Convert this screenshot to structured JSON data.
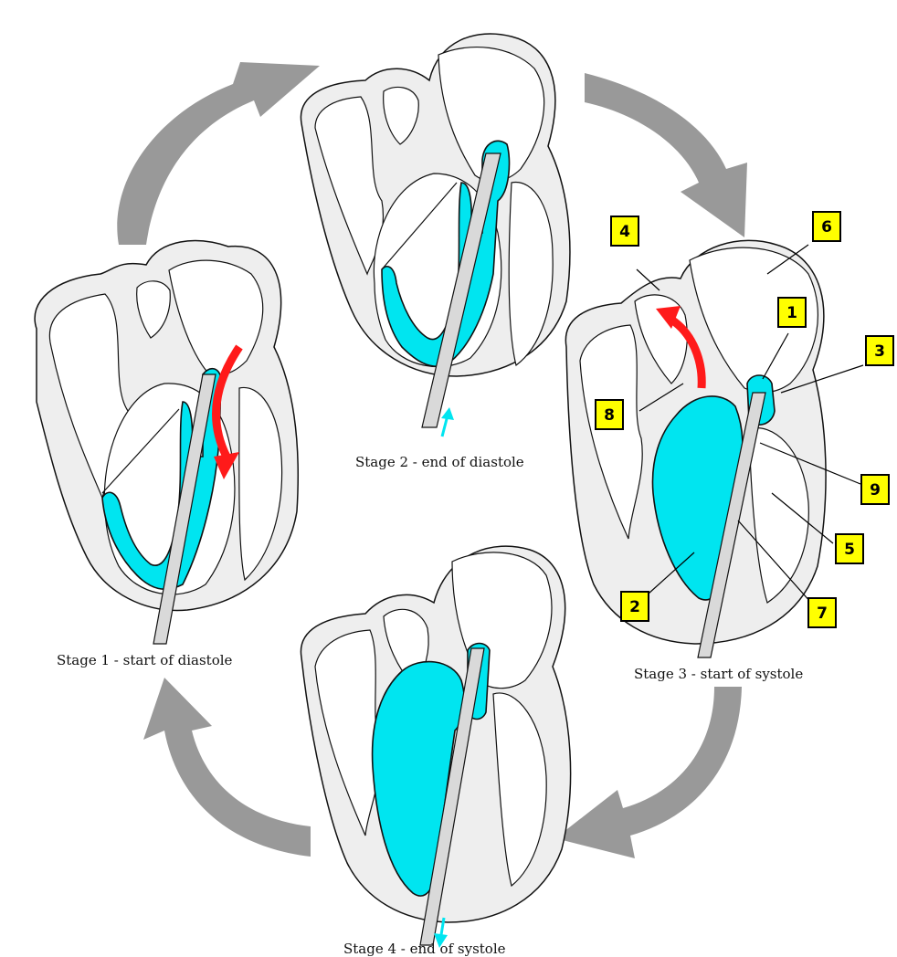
{
  "captions": {
    "stage1": "Stage 1 - start of diastole",
    "stage2": "Stage 2 - end of diastole",
    "stage3": "Stage 3 - start of systole",
    "stage4": "Stage 4 - end of systole"
  },
  "callouts": [
    "1",
    "2",
    "3",
    "4",
    "5",
    "6",
    "7",
    "8",
    "9"
  ],
  "colors": {
    "balloon": "#00e5f0",
    "blood_flow": "#ff1a1a",
    "cycle_arrow": "#999999",
    "callout_fill": "#ffff00",
    "heart_wall": "#eeeeee"
  }
}
